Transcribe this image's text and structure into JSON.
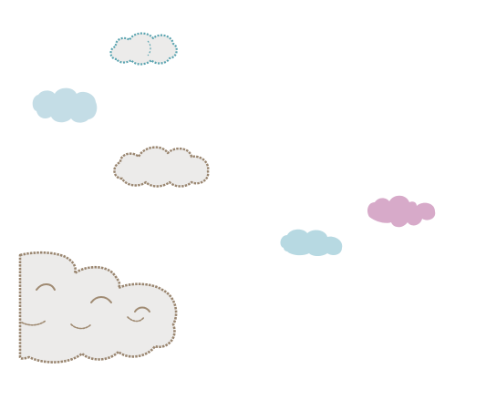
{
  "scene": {
    "background": "#ffffff",
    "clouds": [
      {
        "id": "teal-outline-cloud",
        "fill": "#ecebea",
        "stroke": "#5aa4b0",
        "icon": "cloud-icon"
      },
      {
        "id": "light-blue-cloud-left",
        "fill": "#c4dde6",
        "stroke": "none",
        "icon": "cloud-icon"
      },
      {
        "id": "grey-outline-cloud",
        "fill": "#ecebea",
        "stroke": "#9a8670",
        "icon": "cloud-icon"
      },
      {
        "id": "light-blue-cloud-right",
        "fill": "#b7d9e2",
        "stroke": "none",
        "icon": "cloud-icon"
      },
      {
        "id": "pink-cloud",
        "fill": "#d7aac9",
        "stroke": "none",
        "icon": "cloud-icon"
      },
      {
        "id": "big-smiling-cloud",
        "fill": "#ecebea",
        "stroke": "#9a8670",
        "icon": "cloud-with-closed-eyes-icon"
      }
    ]
  }
}
